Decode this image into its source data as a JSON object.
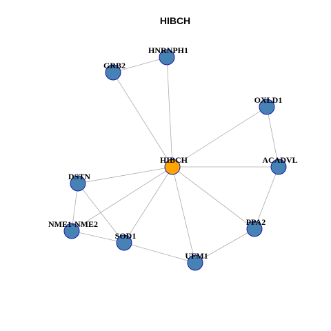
{
  "title": "HIBCH",
  "colors": {
    "node_fill": "#4682b4",
    "center_fill": "#ffa500",
    "node_stroke": "#1a1aa6",
    "edge": "#aaaaaa"
  },
  "nodes": [
    {
      "id": "HIBCH",
      "label": "HIBCH",
      "center": true
    },
    {
      "id": "HNRNPH1",
      "label": "HNRNPH1"
    },
    {
      "id": "GRB2",
      "label": "GRB2"
    },
    {
      "id": "OXLD1",
      "label": "OXLD1"
    },
    {
      "id": "ACADVL",
      "label": "ACADVL"
    },
    {
      "id": "DSTN",
      "label": "DSTN"
    },
    {
      "id": "NME1-NME2",
      "label": "NME1-NME2"
    },
    {
      "id": "SOD1",
      "label": "SOD1"
    },
    {
      "id": "PPA2",
      "label": "PPA2"
    },
    {
      "id": "UFM1",
      "label": "UFM1"
    }
  ],
  "edges": [
    [
      "HIBCH",
      "HNRNPH1"
    ],
    [
      "HIBCH",
      "GRB2"
    ],
    [
      "HIBCH",
      "OXLD1"
    ],
    [
      "HIBCH",
      "ACADVL"
    ],
    [
      "HIBCH",
      "DSTN"
    ],
    [
      "HIBCH",
      "NME1-NME2"
    ],
    [
      "HIBCH",
      "SOD1"
    ],
    [
      "HIBCH",
      "PPA2"
    ],
    [
      "HIBCH",
      "UFM1"
    ],
    [
      "GRB2",
      "HNRNPH1"
    ],
    [
      "OXLD1",
      "ACADVL"
    ],
    [
      "ACADVL",
      "PPA2"
    ],
    [
      "PPA2",
      "UFM1"
    ],
    [
      "DSTN",
      "NME1-NME2"
    ],
    [
      "DSTN",
      "SOD1"
    ],
    [
      "NME1-NME2",
      "SOD1"
    ],
    [
      "SOD1",
      "UFM1"
    ]
  ]
}
